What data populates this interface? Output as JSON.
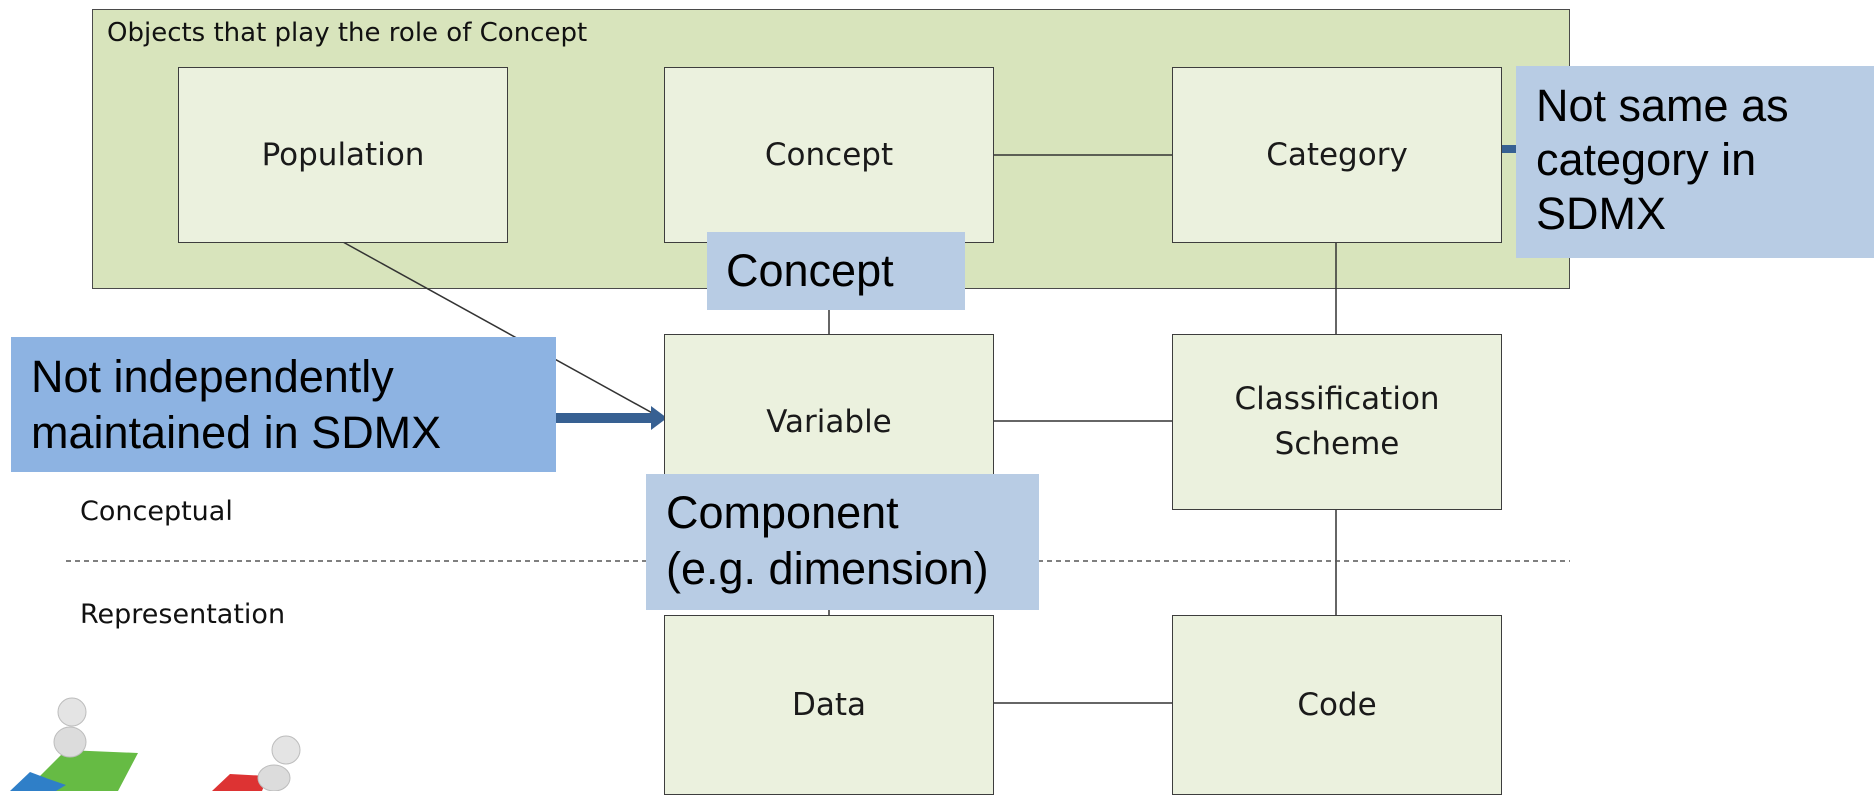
{
  "group": {
    "title": "Objects that play the role of Concept"
  },
  "nodes": {
    "population": "Population",
    "concept": "Concept",
    "category": "Category",
    "variable": "Variable",
    "classification_line1": "Classification",
    "classification_line2": "Scheme",
    "data": "Data",
    "code": "Code"
  },
  "layers": {
    "conceptual": "Conceptual",
    "representation": "Representation"
  },
  "callouts": {
    "concept": "Concept",
    "category_line1": "Not same as",
    "category_line2": "category in",
    "category_line3": "SDMX",
    "component_line1": "Component",
    "component_line2": "(e.g. dimension)",
    "variable_line1": "Not independently",
    "variable_line2": "maintained in SDMX"
  },
  "colors": {
    "group_fill": "#d8e4bc",
    "node_fill": "#ebf1de",
    "callout_light": "#b8cce4",
    "callout_mid": "#8db3e2",
    "arrow": "#376092"
  }
}
